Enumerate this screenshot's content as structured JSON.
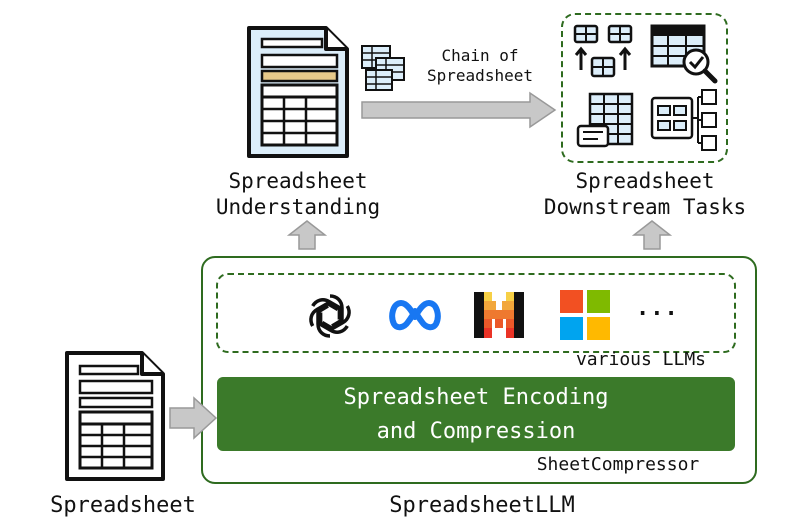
{
  "nodes": {
    "spreadsheet_input": "Spreadsheet",
    "understanding": [
      "Spreadsheet",
      "Understanding"
    ],
    "downstream": [
      "Spreadsheet",
      "Downstream Tasks"
    ],
    "chain": [
      "Chain of",
      "Spreadsheet"
    ],
    "encoding": [
      "Spreadsheet Encoding",
      "and Compression"
    ],
    "llms_label": "various LLMs",
    "compressor_label": "SheetCompressor",
    "framework_label": "SpreadsheetLLM",
    "ellipsis": "..."
  },
  "colors": {
    "accent_green": "#3b7a2a",
    "border_green": "#2e6b1f",
    "arrow_gray": "#c8c8c8",
    "doc_blue": "#dceefa",
    "doc_tan": "#e6c98a"
  },
  "icons": [
    "document-icon",
    "spreadsheet-doc-icon",
    "table-cells-icon",
    "openai-icon",
    "meta-icon",
    "mistral-icon",
    "microsoft-icon",
    "table-transform-icon",
    "table-search-icon",
    "table-summary-icon",
    "table-flow-icon"
  ]
}
